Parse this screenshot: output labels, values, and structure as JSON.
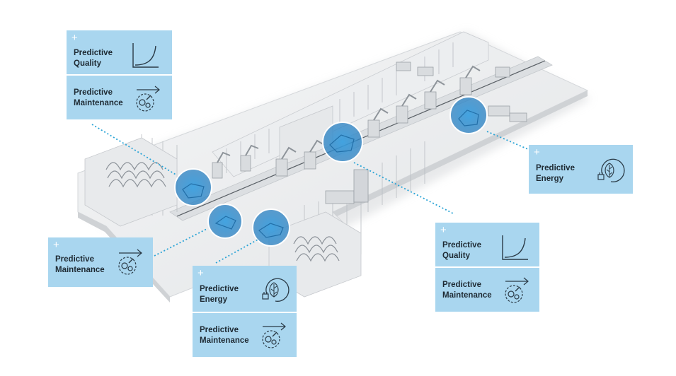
{
  "colors": {
    "card_bg": "#a9d6ef",
    "highlight": "#2f8fd1",
    "connector": "#2aa4d6",
    "text": "#1e2a33"
  },
  "callouts": [
    {
      "id": "top-left",
      "items": [
        {
          "label": "Predictive\nQuality",
          "icon": "quality-curve-icon"
        },
        {
          "label": "Predictive\nMaintenance",
          "icon": "maintenance-gears-icon"
        }
      ]
    },
    {
      "id": "right",
      "items": [
        {
          "label": "Predictive\nEnergy",
          "icon": "energy-leaf-plug-icon"
        }
      ]
    },
    {
      "id": "left",
      "items": [
        {
          "label": "Predictive\nMaintenance",
          "icon": "maintenance-gears-icon"
        }
      ]
    },
    {
      "id": "bottom-center",
      "items": [
        {
          "label": "Predictive\nEnergy",
          "icon": "energy-leaf-plug-icon"
        },
        {
          "label": "Predictive\nMaintenance",
          "icon": "maintenance-gears-icon"
        }
      ]
    },
    {
      "id": "bottom-right",
      "items": [
        {
          "label": "Predictive\nQuality",
          "icon": "quality-curve-icon"
        },
        {
          "label": "Predictive\nMaintenance",
          "icon": "maintenance-gears-icon"
        }
      ]
    }
  ]
}
